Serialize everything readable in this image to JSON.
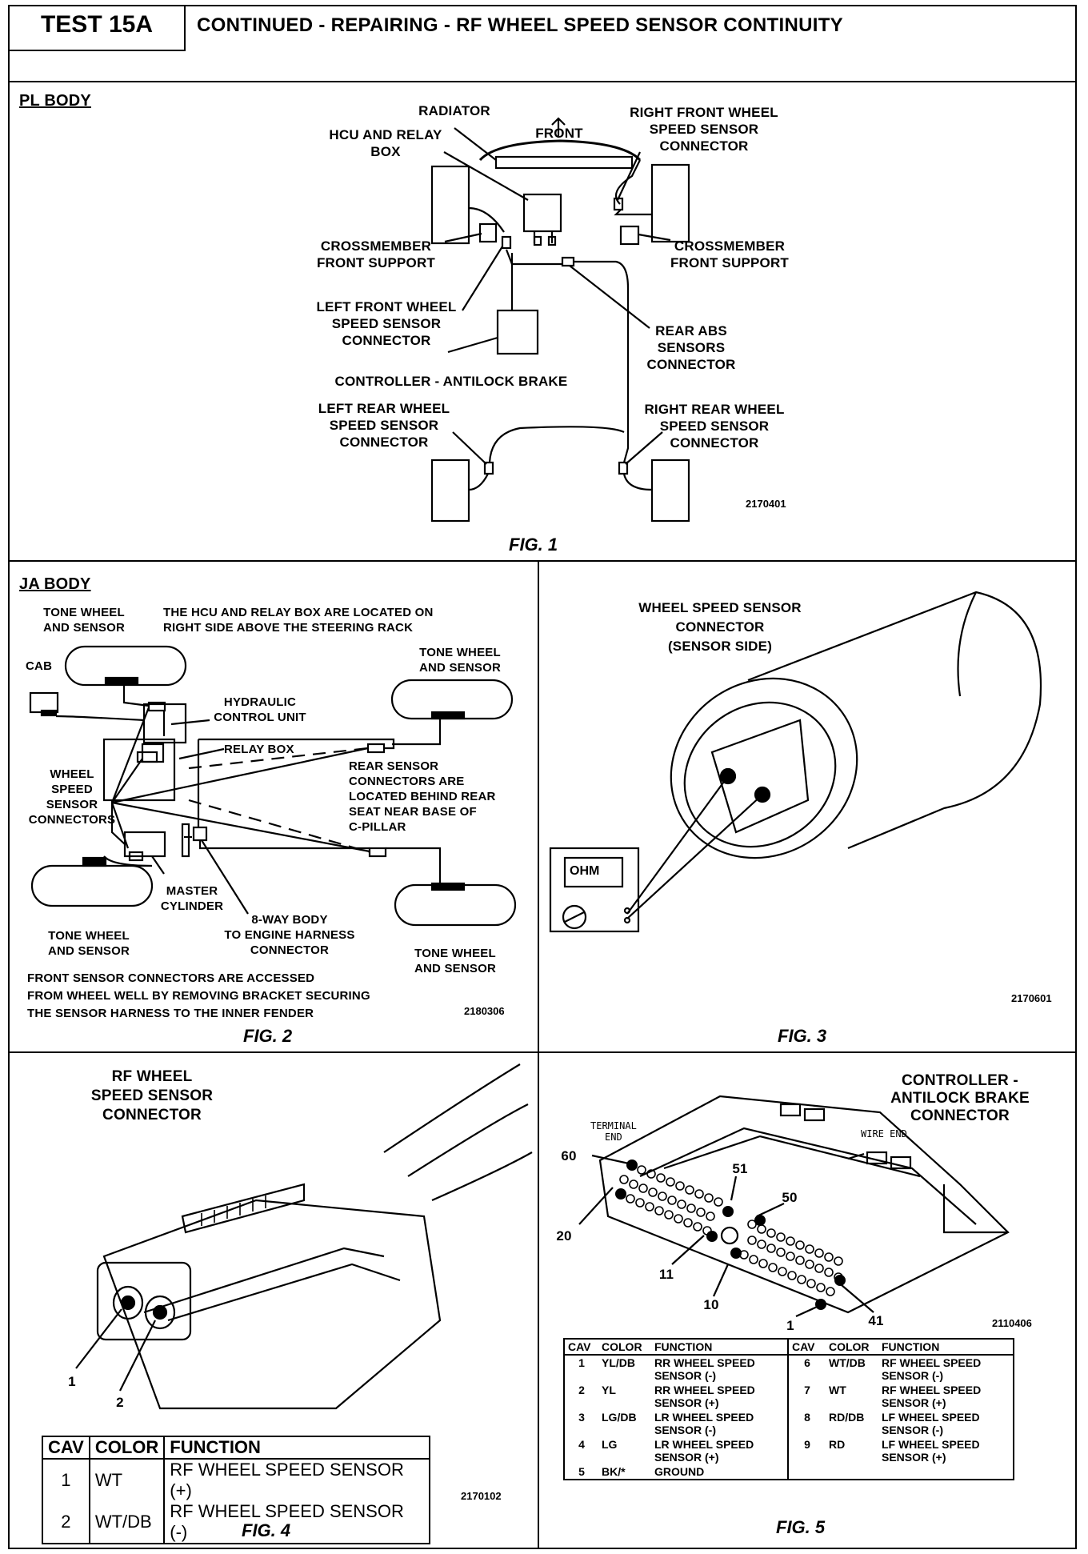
{
  "header": {
    "test_id": "TEST 15A",
    "title": "CONTINUED - REPAIRING - RF WHEEL SPEED SENSOR CONTINUITY"
  },
  "fig1": {
    "section_title": "PL BODY",
    "caption": "FIG. 1",
    "code": "2170401",
    "labels": {
      "radiator": "RADIATOR",
      "front": "FRONT",
      "hcu": "HCU AND RELAY\nBOX",
      "rf_connector": "RIGHT FRONT WHEEL\nSPEED SENSOR\nCONNECTOR",
      "crossmember_left": "CROSSMEMBER\nFRONT SUPPORT",
      "crossmember_right": "CROSSMEMBER\nFRONT SUPPORT",
      "lf_connector": "LEFT FRONT WHEEL\nSPEED SENSOR\nCONNECTOR",
      "rear_abs": "REAR ABS\nSENSORS\nCONNECTOR",
      "controller": "CONTROLLER - ANTILOCK BRAKE",
      "lr_connector": "LEFT REAR WHEEL\nSPEED SENSOR\nCONNECTOR",
      "rr_connector": "RIGHT REAR WHEEL\nSPEED SENSOR\nCONNECTOR"
    }
  },
  "fig2": {
    "section_title": "JA BODY",
    "caption": "FIG. 2",
    "code": "2180306",
    "labels": {
      "tone_tl": "TONE WHEEL\nAND SENSOR",
      "hcu_note": "THE HCU AND RELAY BOX ARE LOCATED ON\nRIGHT SIDE ABOVE THE STEERING RACK",
      "cab": "CAB",
      "tone_tr": "TONE WHEEL\nAND SENSOR",
      "hydraulic": "HYDRAULIC\nCONTROL UNIT",
      "relay_box": "RELAY BOX",
      "wheel_speed": "WHEEL\nSPEED\nSENSOR\nCONNECTORS",
      "rear_sensor_note": "REAR SENSOR\nCONNECTORS ARE\nLOCATED BEHIND REAR\nSEAT NEAR BASE OF\nC-PILLAR",
      "master": "MASTER\nCYLINDER",
      "eight_way": "8-WAY BODY\nTO ENGINE HARNESS\nCONNECTOR",
      "tone_bl": "TONE WHEEL\nAND SENSOR",
      "tone_br": "TONE WHEEL\nAND SENSOR",
      "front_note": "FRONT SENSOR CONNECTORS ARE ACCESSED\nFROM WHEEL WELL BY REMOVING BRACKET SECURING\nTHE SENSOR HARNESS TO THE INNER FENDER"
    }
  },
  "fig3": {
    "caption": "FIG. 3",
    "code": "2170601",
    "title": "WHEEL SPEED SENSOR\nCONNECTOR\n(SENSOR SIDE)",
    "meter_display": "OHM"
  },
  "fig4": {
    "caption": "FIG. 4",
    "code": "2170102",
    "title": "RF WHEEL\nSPEED SENSOR\nCONNECTOR",
    "pin1": "1",
    "pin2": "2",
    "table": {
      "headers": [
        "CAV",
        "COLOR",
        "FUNCTION"
      ],
      "rows": [
        [
          "1",
          "WT",
          "RF WHEEL SPEED SENSOR (+)"
        ],
        [
          "2",
          "WT/DB",
          "RF WHEEL SPEED SENSOR (-)"
        ]
      ]
    }
  },
  "fig5": {
    "caption": "FIG. 5",
    "code": "2110406",
    "title": "CONTROLLER -\nANTILOCK BRAKE\nCONNECTOR",
    "terminal_end": "TERMINAL\nEND",
    "wire_end": "WIRE END",
    "pins": {
      "p60": "60",
      "p51": "51",
      "p50": "50",
      "p20": "20",
      "p11": "11",
      "p10": "10",
      "p1": "1",
      "p41": "41"
    },
    "table": {
      "headers": [
        "CAV",
        "COLOR",
        "FUNCTION",
        "CAV",
        "COLOR",
        "FUNCTION"
      ],
      "rows": [
        [
          "1",
          "YL/DB",
          "RR WHEEL SPEED\nSENSOR (-)",
          "6",
          "WT/DB",
          "RF WHEEL SPEED\nSENSOR (-)"
        ],
        [
          "2",
          "YL",
          "RR WHEEL SPEED\nSENSOR (+)",
          "7",
          "WT",
          "RF WHEEL SPEED\nSENSOR (+)"
        ],
        [
          "3",
          "LG/DB",
          "LR WHEEL SPEED\nSENSOR (-)",
          "8",
          "RD/DB",
          "LF WHEEL SPEED\nSENSOR (-)"
        ],
        [
          "4",
          "LG",
          "LR WHEEL SPEED\nSENSOR (+)",
          "9",
          "RD",
          "LF WHEEL SPEED\nSENSOR (+)"
        ],
        [
          "5",
          "BK/*",
          "GROUND",
          "",
          "",
          ""
        ]
      ]
    }
  }
}
